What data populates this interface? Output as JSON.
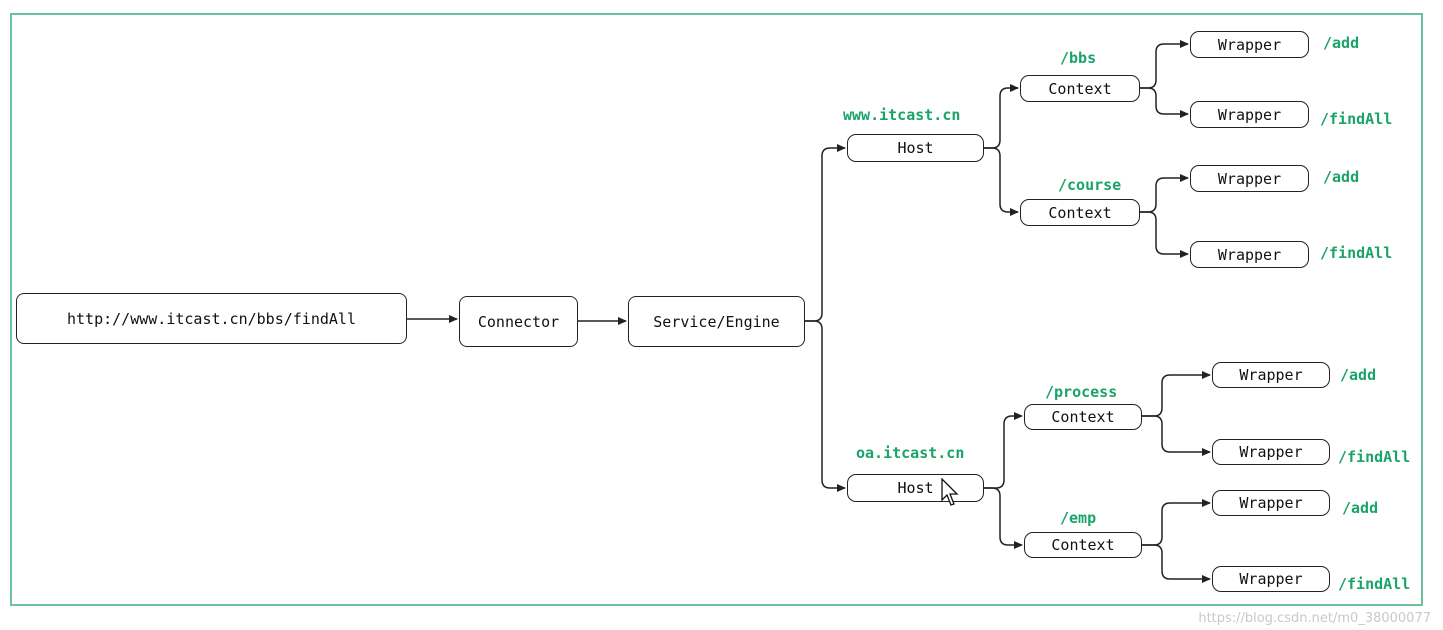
{
  "request": {
    "url": "http://www.itcast.cn/bbs/findAll"
  },
  "connector": {
    "label": "Connector"
  },
  "engine": {
    "label": "Service/Engine"
  },
  "hosts": [
    {
      "domain": "www.itcast.cn",
      "label": "Host",
      "contexts": [
        {
          "path": "/bbs",
          "label": "Context",
          "wrappers": [
            {
              "label": "Wrapper",
              "path": "/add"
            },
            {
              "label": "Wrapper",
              "path": "/findAll"
            }
          ]
        },
        {
          "path": "/course",
          "label": "Context",
          "wrappers": [
            {
              "label": "Wrapper",
              "path": "/add"
            },
            {
              "label": "Wrapper",
              "path": "/findAll"
            }
          ]
        }
      ]
    },
    {
      "domain": "oa.itcast.cn",
      "label": "Host",
      "contexts": [
        {
          "path": "/process",
          "label": "Context",
          "wrappers": [
            {
              "label": "Wrapper",
              "path": "/add"
            },
            {
              "label": "Wrapper",
              "path": "/findAll"
            }
          ]
        },
        {
          "path": "/emp",
          "label": "Context",
          "wrappers": [
            {
              "label": "Wrapper",
              "path": "/add"
            },
            {
              "label": "Wrapper",
              "path": "/findAll"
            }
          ]
        }
      ]
    }
  ],
  "watermark": "https://blog.csdn.net/m0_38000077",
  "colors": {
    "frame": "#6cc29a",
    "path_label": "#1aa36a",
    "line": "#222222"
  }
}
